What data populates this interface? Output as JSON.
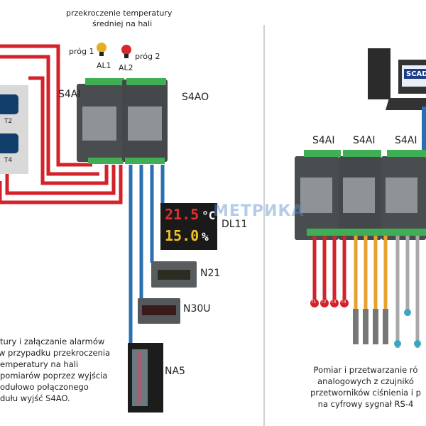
{
  "left": {
    "header": [
      "przekroczenie temperatury",
      "średniej na hali"
    ],
    "threshold1": "próg 1",
    "threshold2": "próg 2",
    "alarm1": "AL1",
    "alarm2": "AL2",
    "module_in": "S4AI",
    "module_out": "S4AO",
    "sensors": [
      "T2",
      "T4"
    ],
    "devices": {
      "dl11": "DL11",
      "n21": "N21",
      "n30u": "N30U",
      "na5": "NA5"
    },
    "dl11_display": {
      "temp": "21.5",
      "temp_unit": "°C",
      "hum": "15.0",
      "hum_unit": "%"
    },
    "description": [
      "tury i załączanie alarmów",
      "w przypadku przekroczenia",
      "emperatury na hali",
      "pomiarów poprzez wyjścia",
      "odułowo połączonego",
      "dułu wyjść S4AO."
    ]
  },
  "right": {
    "modules": [
      "S4AI",
      "S4AI",
      "S4AI"
    ],
    "screen_text": "SCAD",
    "wire_tags": [
      "T1",
      "T2",
      "T3",
      "T4"
    ],
    "description": [
      "Pomiar i przetwarzanie ró",
      "analogowych  z czujnikó",
      "przetworników ciśnienia i p",
      "na cyfrowy sygnał RS-4"
    ]
  },
  "watermark": "МЕТРИКА",
  "colors": {
    "red_wire": "#d3222a",
    "blue_wire": "#2a6fb0",
    "orange_wire": "#e8a030",
    "gray_wire": "#a9a9a9",
    "terminal": "#3fae55",
    "module": "#4a4d50"
  }
}
